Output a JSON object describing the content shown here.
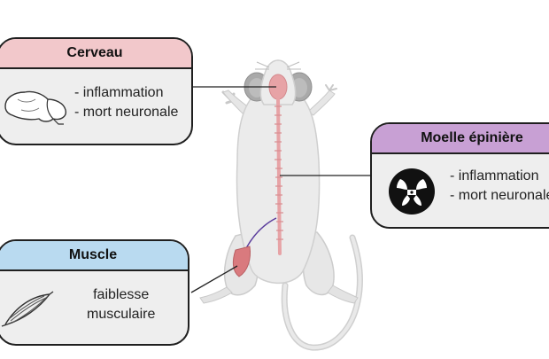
{
  "brain_card": {
    "title": "Cerveau",
    "lines": [
      "- inflammation",
      "- mort neuronale"
    ],
    "header_color": "#f2c8cb",
    "icon": "brain-icon"
  },
  "spine_card": {
    "title": "Moelle épinière",
    "lines": [
      "- inflammation",
      "- mort neuronale"
    ],
    "header_color": "#c8a0d4",
    "icon": "spinal-cord-section-icon"
  },
  "muscle_card": {
    "title": "Muscle",
    "lines": [
      "faiblesse",
      "musculaire"
    ],
    "header_color": "#b9daf0",
    "icon": "muscle-fiber-icon"
  },
  "illustration": {
    "subject": "mouse-illustration",
    "spine_color": "#e7a3a6",
    "muscle_color": "#d97a7e"
  }
}
